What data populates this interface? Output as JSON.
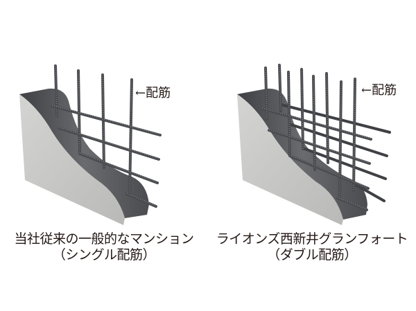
{
  "diagram": {
    "type": "rebar-comparison",
    "panels": [
      {
        "id": "single",
        "callout_label": "←配筋",
        "caption_line1": "当社従来の一般的なマンション",
        "caption_line2": "（シングル配筋）",
        "vertical_bars": 4,
        "horizontal_bars": 4
      },
      {
        "id": "double",
        "callout_label": "←配筋",
        "caption_line1": "ライオンズ西新井グランフォート",
        "caption_line2": "（ダブル配筋）",
        "vertical_bars": 8,
        "horizontal_bars": 7
      }
    ],
    "colors": {
      "background": "#ffffff",
      "text": "#231815",
      "concrete_face": "#c8c8c6",
      "concrete_shadow": "#5a5b5e",
      "rebar": "#4a4b4f",
      "rebar_highlight": "#8a8b8e"
    }
  }
}
